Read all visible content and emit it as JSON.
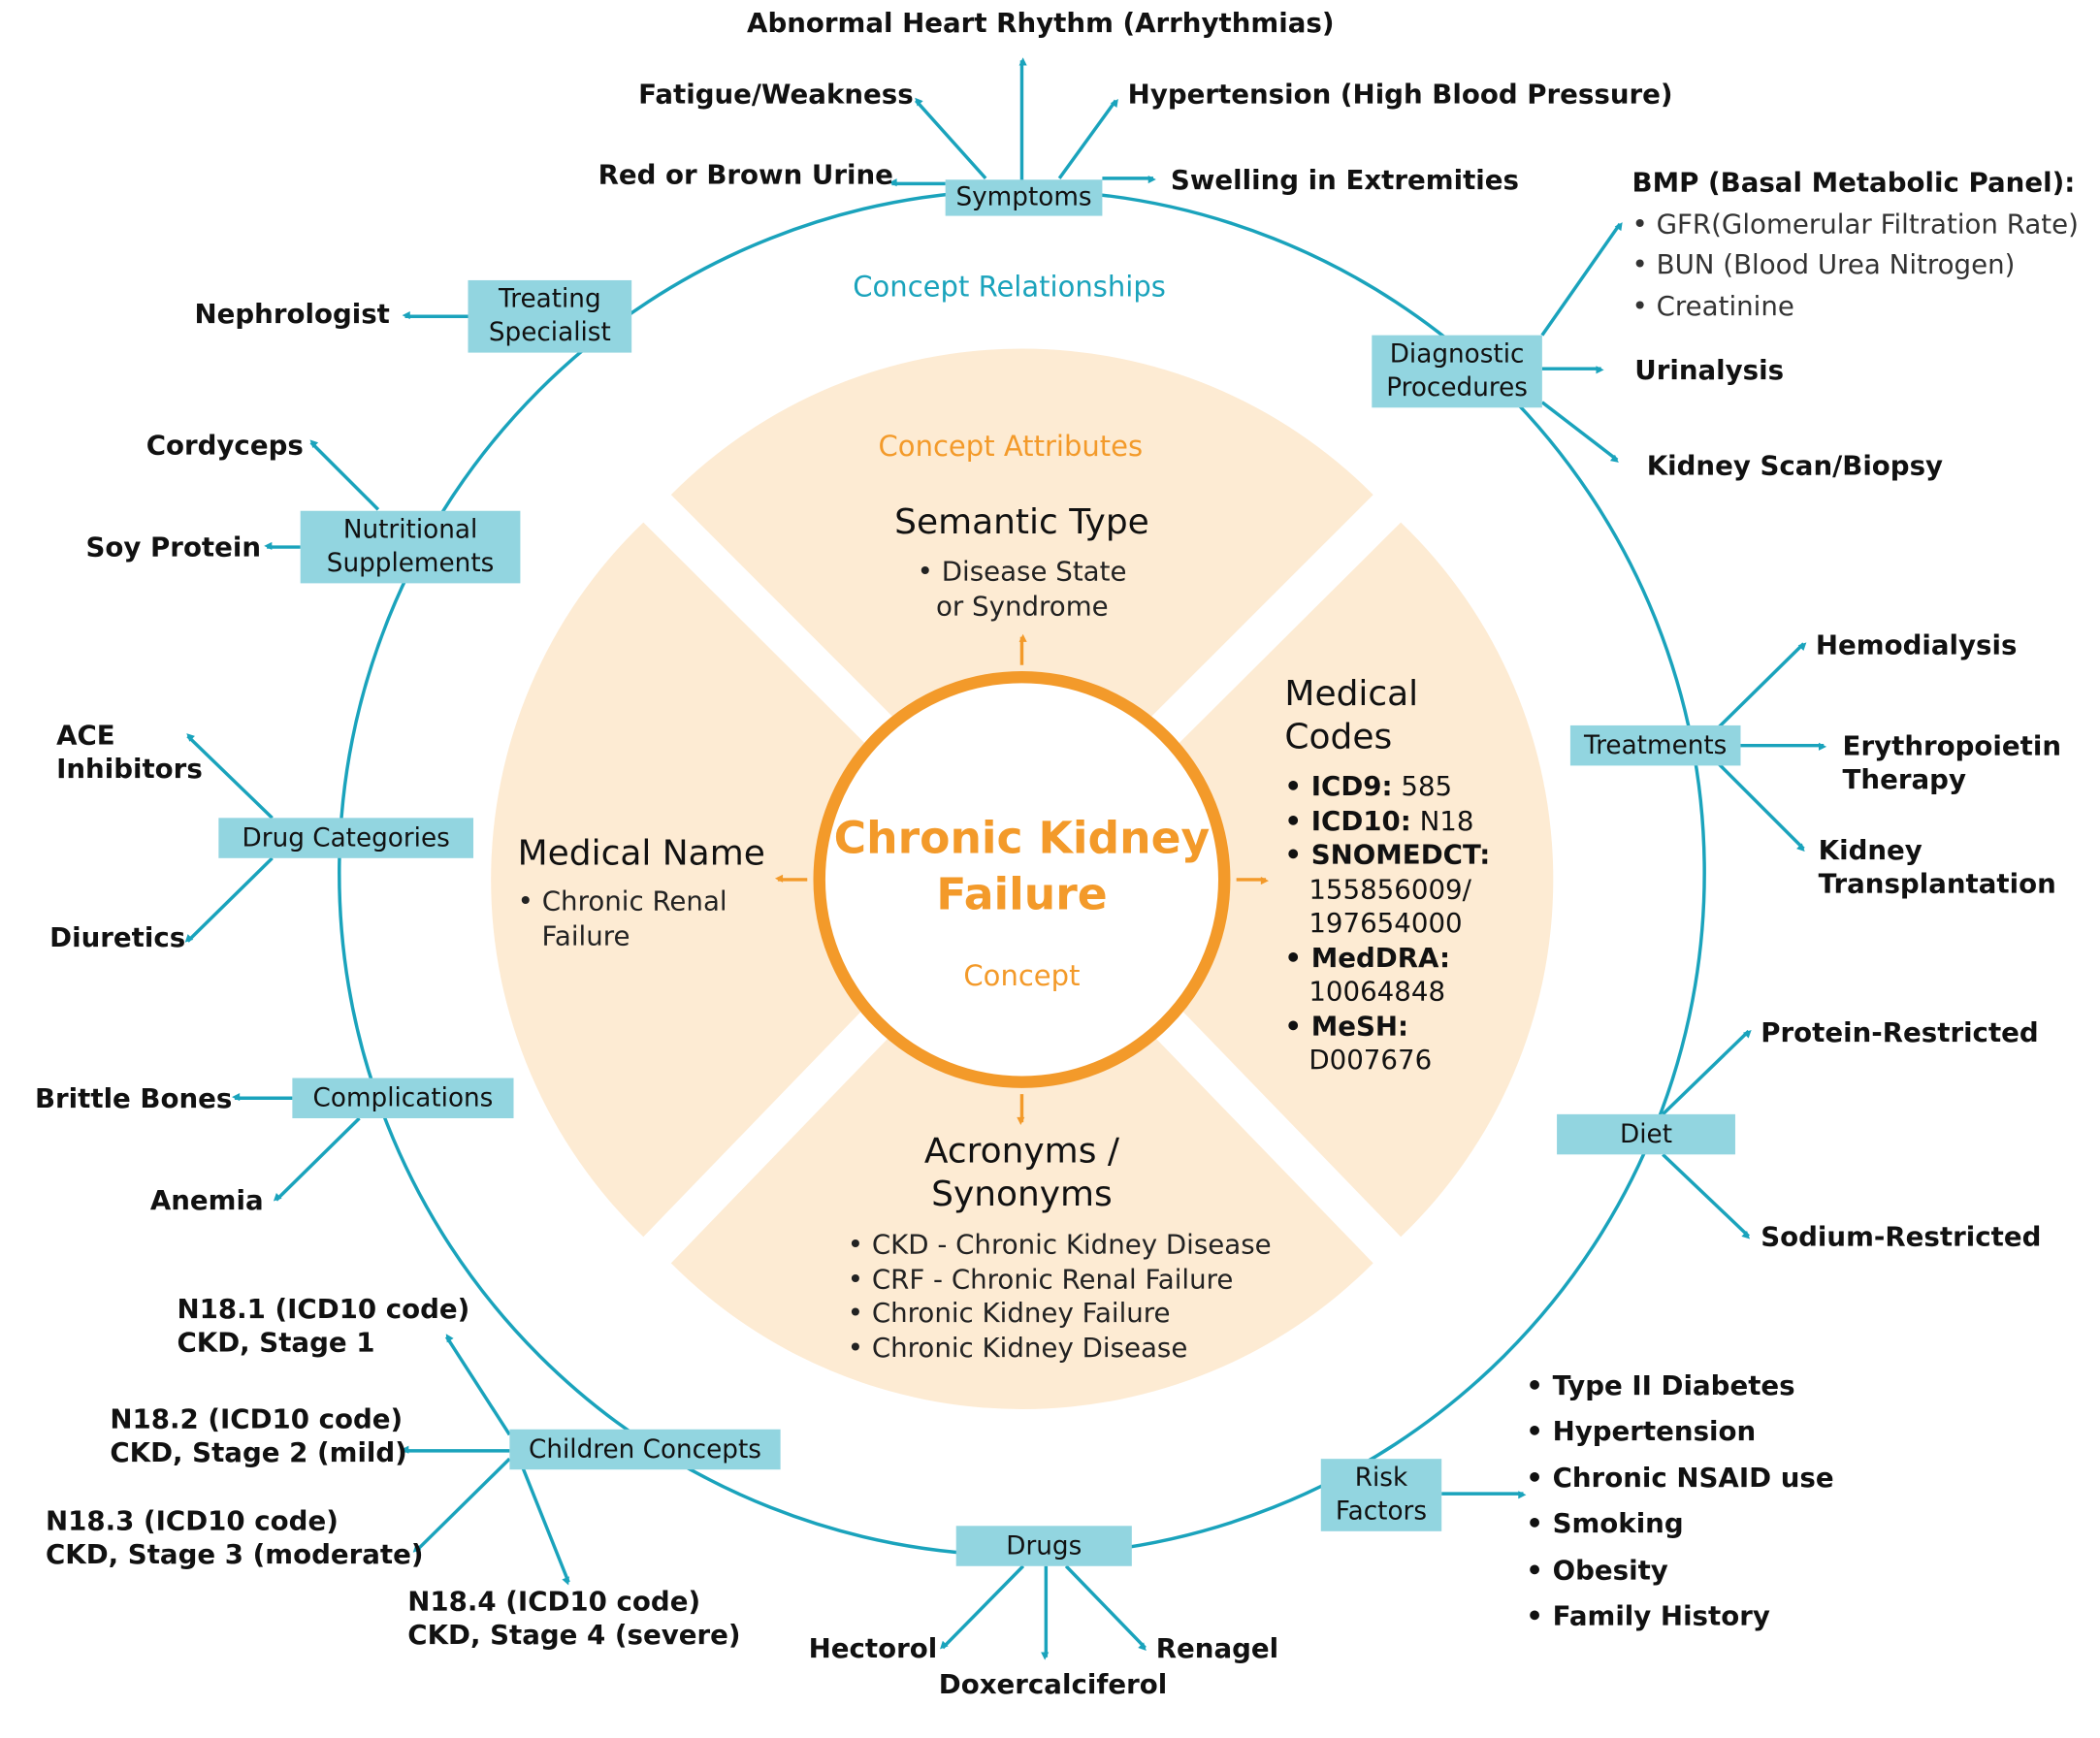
{
  "diagram": {
    "outer_label": "Concept Relationships",
    "inner_label": "Concept Attributes",
    "concept": {
      "name_line1": "Chronic Kidney",
      "name_line2": "Failure",
      "label": "Concept"
    },
    "attributes": {
      "semantic_type": {
        "title": "Semantic Type",
        "items": [
          "• Disease State",
          "or Syndrome"
        ]
      },
      "medical_name": {
        "title": "Medical Name",
        "items": [
          "• Chronic Renal",
          "Failure"
        ]
      },
      "acronyms": {
        "title_line1": "Acronyms /",
        "title_line2": "Synonyms",
        "items": [
          "• CKD - Chronic Kidney Disease",
          "• CRF - Chronic Renal Failure",
          "• Chronic Kidney Failure",
          "• Chronic Kidney Disease"
        ]
      },
      "medical_codes": {
        "title_line1": "Medical",
        "title_line2": "Codes",
        "codes": [
          {
            "label": "• ICD9:",
            "value": " 585"
          },
          {
            "label": "• ICD10:",
            "value": " N18"
          },
          {
            "label": "• SNOMEDCT:",
            "value": ""
          },
          {
            "label": "",
            "value": "155856009/"
          },
          {
            "label": "",
            "value": "197654000"
          },
          {
            "label": "• MedDRA:",
            "value": ""
          },
          {
            "label": "",
            "value": "10064848"
          },
          {
            "label": "• MeSH:",
            "value": ""
          },
          {
            "label": "",
            "value": "D007676"
          }
        ]
      }
    },
    "relationships": {
      "symptoms": {
        "label": "Symptoms",
        "items": [
          "Abnormal Heart Rhythm (Arrhythmias)",
          "Fatigue/Weakness",
          "Hypertension (High Blood Pressure)",
          "Red or Brown Urine",
          "Swelling in Extremities"
        ]
      },
      "treating_specialist": {
        "label_line1": "Treating",
        "label_line2": "Specialist",
        "items": [
          "Nephrologist"
        ]
      },
      "diagnostic_procedures": {
        "label_line1": "Diagnostic",
        "label_line2": "Procedures",
        "bmp_title": "BMP (Basal Metabolic Panel):",
        "bmp_items": [
          "• GFR(Glomerular Filtration Rate)",
          "• BUN (Blood Urea Nitrogen)",
          "• Creatinine"
        ],
        "items": [
          "Urinalysis",
          "Kidney Scan/Biopsy"
        ]
      },
      "nutritional_supplements": {
        "label_line1": "Nutritional",
        "label_line2": "Supplements",
        "items": [
          "Cordyceps",
          "Soy Protein"
        ]
      },
      "treatments": {
        "label": "Treatments",
        "items": [
          "Hemodialysis",
          "Erythropoietin",
          "Therapy",
          "Kidney",
          "Transplantation"
        ]
      },
      "drug_categories": {
        "label": "Drug Categories",
        "items": [
          "ACE",
          "Inhibitors",
          "Diuretics"
        ]
      },
      "diet": {
        "label": "Diet",
        "items": [
          "Protein-Restricted",
          "Sodium-Restricted"
        ]
      },
      "complications": {
        "label": "Complications",
        "items": [
          "Brittle Bones",
          "Anemia"
        ]
      },
      "children_concepts": {
        "label": "Children Concepts",
        "items": [
          "N18.1 (ICD10 code)",
          "CKD, Stage 1",
          "N18.2 (ICD10 code)",
          "CKD, Stage 2 (mild)",
          "N18.3 (ICD10 code)",
          "CKD, Stage 3 (moderate)",
          "N18.4 (ICD10 code)",
          "CKD, Stage 4 (severe)"
        ]
      },
      "drugs": {
        "label": "Drugs",
        "items": [
          "Hectorol",
          "Doxercalciferol",
          "Renagel"
        ]
      },
      "risk_factors": {
        "label_line1": "Risk",
        "label_line2": "Factors",
        "items": [
          "• Type II Diabetes",
          "• Hypertension",
          "• Chronic NSAID use",
          "• Smoking",
          "• Obesity",
          "• Family History"
        ]
      }
    },
    "colors": {
      "teal": "#1aa3bc",
      "box": "#92d5e0",
      "orange": "#f39a2a",
      "petal": "#fdebd3"
    }
  }
}
